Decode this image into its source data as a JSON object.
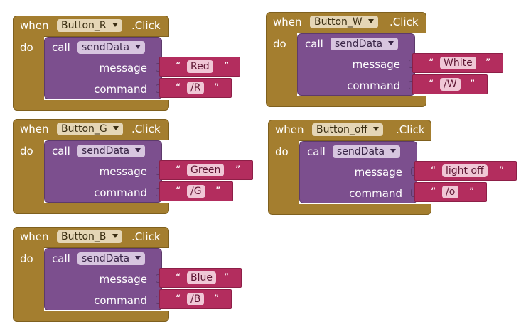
{
  "blocks": [
    {
      "id": "r",
      "when": "when",
      "button": "Button_R",
      "click": ".Click",
      "do": "do",
      "call": "call",
      "procedure": "sendData",
      "message_label": "message",
      "command_label": "command",
      "message_value": "Red",
      "command_value": "/R"
    },
    {
      "id": "w",
      "when": "when",
      "button": "Button_W",
      "click": ".Click",
      "do": "do",
      "call": "call",
      "procedure": "sendData",
      "message_label": "message",
      "command_label": "command",
      "message_value": "White",
      "command_value": "/W"
    },
    {
      "id": "g",
      "when": "when",
      "button": "Button_G",
      "click": ".Click",
      "do": "do",
      "call": "call",
      "procedure": "sendData",
      "message_label": "message",
      "command_label": "command",
      "message_value": "Green",
      "command_value": "/G"
    },
    {
      "id": "off",
      "when": "when",
      "button": "Button_off",
      "click": ".Click",
      "do": "do",
      "call": "call",
      "procedure": "sendData",
      "message_label": "message",
      "command_label": "command",
      "message_value": "light off",
      "command_value": "/o"
    },
    {
      "id": "b",
      "when": "when",
      "button": "Button_B",
      "click": ".Click",
      "do": "do",
      "call": "call",
      "procedure": "sendData",
      "message_label": "message",
      "command_label": "command",
      "message_value": "Blue",
      "command_value": "/B"
    }
  ],
  "quote_open": "“",
  "quote_close": "”",
  "colors": {
    "event_block": "#a47e2f",
    "procedure_block": "#7c4f8e",
    "text_block": "#b32d5e"
  }
}
